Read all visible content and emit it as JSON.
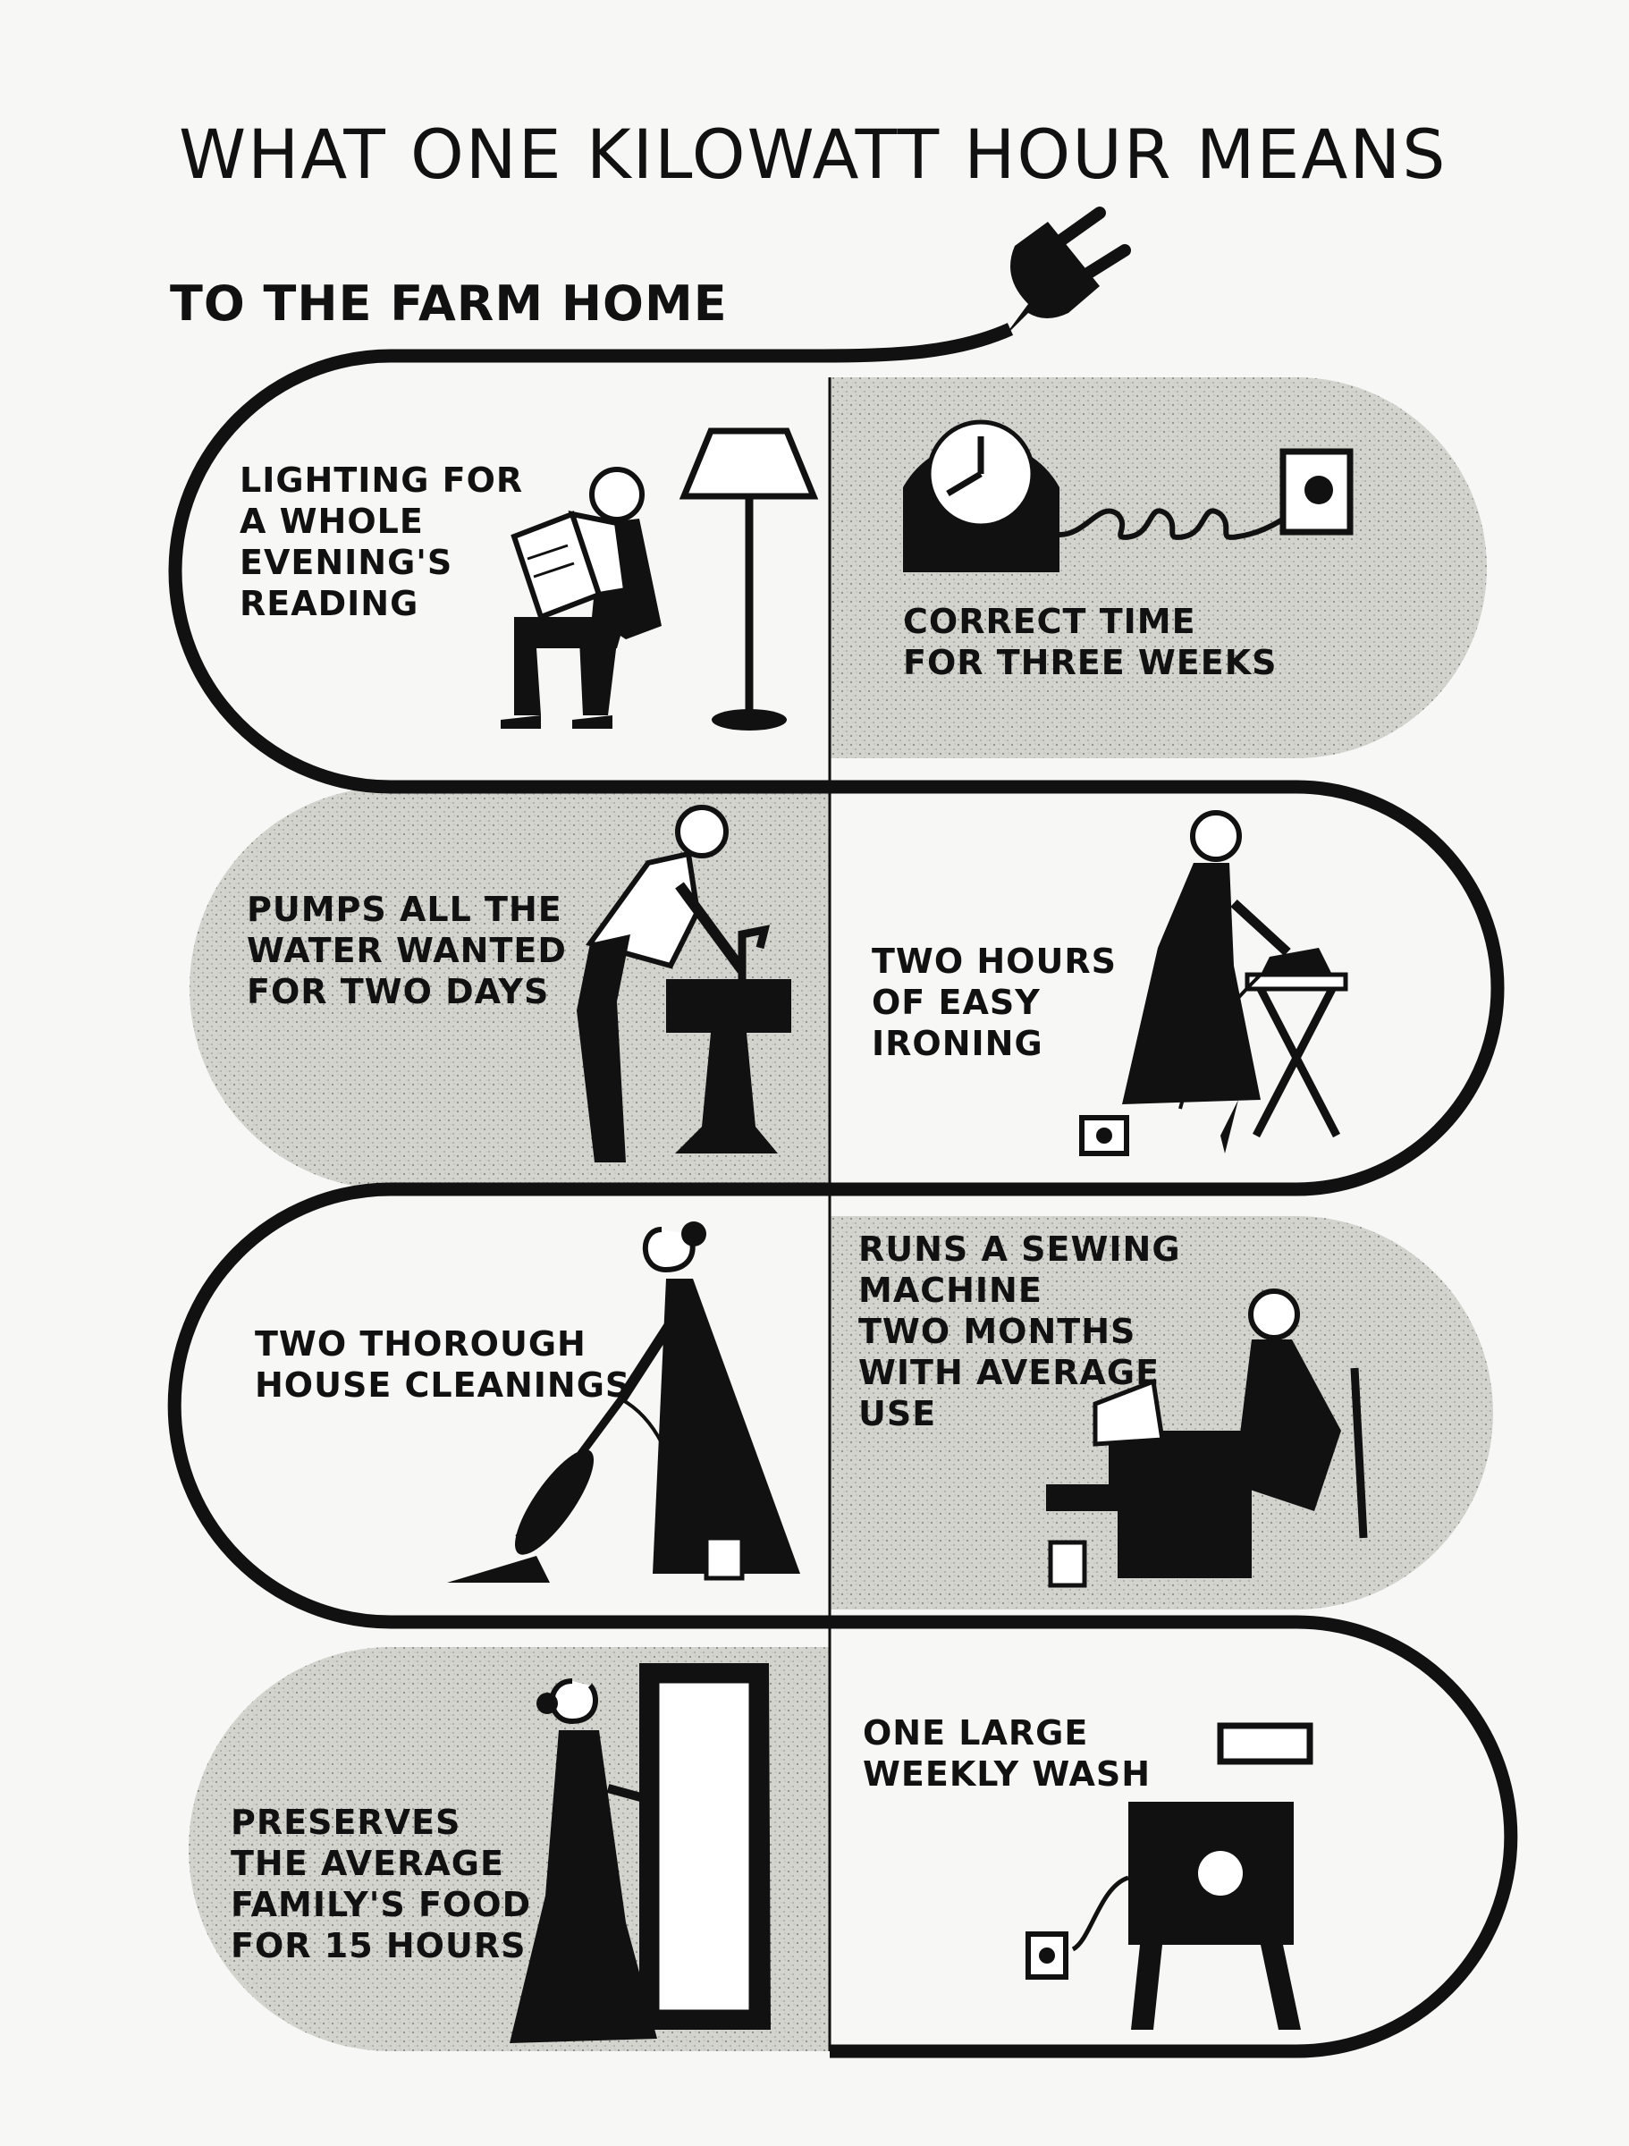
{
  "title": "WHAT ONE KILOWATT HOUR MEANS",
  "subtitle": "TO THE FARM HOME",
  "items": [
    {
      "id": "reading",
      "label": "LIGHTING FOR\nA WHOLE\nEVENING'S\nREADING"
    },
    {
      "id": "clock",
      "label": "CORRECT TIME\nFOR THREE WEEKS"
    },
    {
      "id": "pump",
      "label": "PUMPS ALL THE\nWATER WANTED\nFOR TWO DAYS"
    },
    {
      "id": "ironing",
      "label": "TWO HOURS\nOF EASY\nIRONING"
    },
    {
      "id": "cleaning",
      "label": "TWO THOROUGH\nHOUSE CLEANINGS"
    },
    {
      "id": "sewing",
      "label": "RUNS A SEWING\nMACHINE\nTWO MONTHS\nWITH AVERAGE\nUSE"
    },
    {
      "id": "refrigerator",
      "label": "PRESERVES\nTHE AVERAGE\nFAMILY'S FOOD\nFOR 15 HOURS"
    },
    {
      "id": "wash",
      "label": "ONE LARGE\nWEEKLY WASH"
    }
  ],
  "colors": {
    "ink": "#111111",
    "paper": "#f7f7f5",
    "shade": "#d2d2cd"
  }
}
